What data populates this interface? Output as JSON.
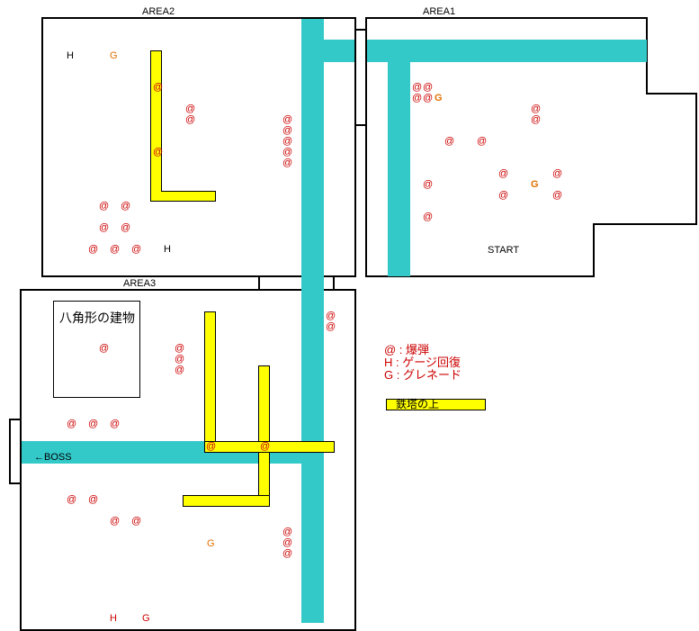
{
  "areas": {
    "area1": "AREA1",
    "area2": "AREA2",
    "area3": "AREA3",
    "start": "START",
    "octagon": "八角形の建物",
    "boss": "←BOSS"
  },
  "legend": {
    "bomb": "@ :  爆弾",
    "heal": "H :  ゲージ回復",
    "grenade": "G :  グレネード",
    "tower": "鉄塔の上"
  },
  "colors": {
    "water": "#33c9c9",
    "tower": "#ffff00",
    "bomb": "#cc0000",
    "grenade": "#e07000"
  },
  "markers": {
    "bomb": "@",
    "heal": "H",
    "grenade": "G"
  }
}
